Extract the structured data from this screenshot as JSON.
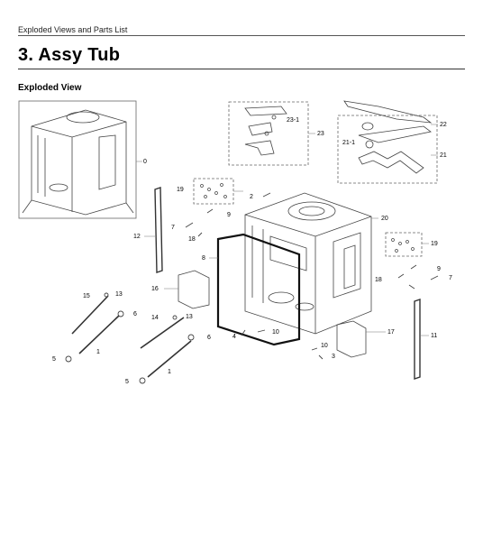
{
  "header": {
    "section_label": "Exploded Views and Parts List"
  },
  "page": {
    "title": "3.  Assy Tub",
    "subtitle": "Exploded View"
  },
  "callouts": {
    "c0": "0",
    "c1a": "1",
    "c1b": "1",
    "c2": "2",
    "c3": "3",
    "c4": "4",
    "c5a": "5",
    "c5b": "5",
    "c6a": "6",
    "c6b": "6",
    "c7a": "7",
    "c7b": "7",
    "c8": "8",
    "c9a": "9",
    "c9b": "9",
    "c10a": "10",
    "c10b": "10",
    "c11": "11",
    "c12": "12",
    "c13a": "13",
    "c13b": "13",
    "c14": "14",
    "c15": "15",
    "c16": "16",
    "c17": "17",
    "c18a": "18",
    "c18b": "18",
    "c19a": "19",
    "c19b": "19",
    "c20": "20",
    "c21": "21",
    "c21_1": "21-1",
    "c22": "22",
    "c23": "23",
    "c23_1": "23-1"
  }
}
